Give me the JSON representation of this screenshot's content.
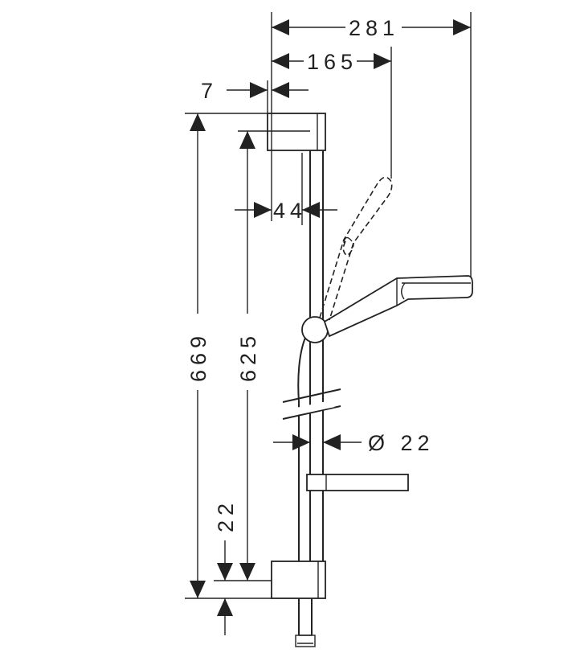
{
  "dimensions": {
    "total_projection": "281",
    "handshower_projection": "165",
    "wall_offset": "7",
    "bar_depth": "44",
    "total_height": "669",
    "bar_length": "625",
    "bracket_height": "22",
    "bar_diameter": "Ø 22"
  },
  "colors": {
    "line": "#222222",
    "background": "#ffffff"
  }
}
